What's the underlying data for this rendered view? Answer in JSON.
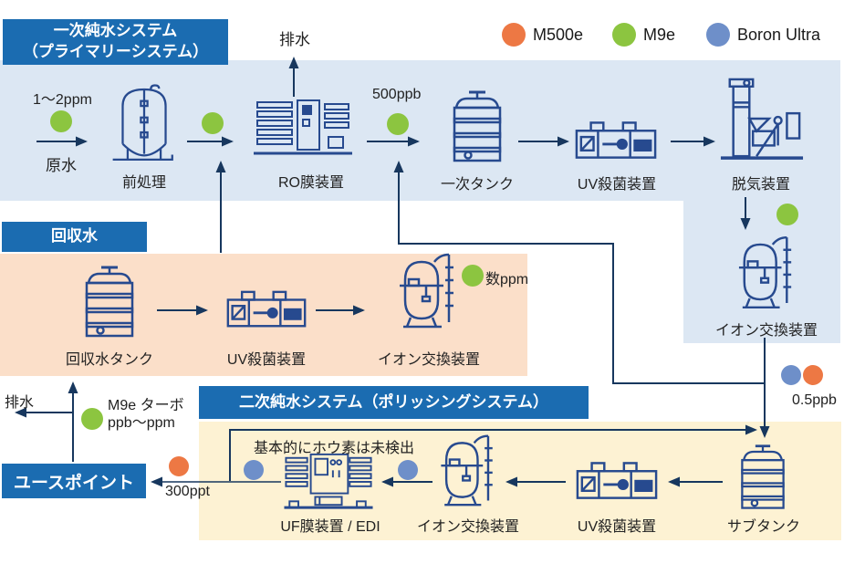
{
  "colors": {
    "m500e": "#ED7844",
    "m9e": "#8CC540",
    "boron": "#6E8FC9",
    "line": "#17375E",
    "icon": "#274A8F",
    "header_bg": "#1B6CB1",
    "primary_bg": "#DCE7F3",
    "recovery_bg": "#FBDFC9",
    "secondary_bg": "#FDF2D3"
  },
  "legend": {
    "items": [
      {
        "id": "m500e",
        "label": "M500e"
      },
      {
        "id": "m9e",
        "label": "M9e"
      },
      {
        "id": "boron",
        "label": "Boron Ultra"
      }
    ]
  },
  "primary": {
    "header_line1": "一次純水システム",
    "header_line2": "（プライマリーシステム）",
    "drain_label": "排水",
    "raw_water_value": "1〜2ppm",
    "raw_water_label": "原水",
    "permeate_value": "500ppb",
    "equipment": {
      "pretreatment": "前処理",
      "ro": "RO膜装置",
      "primary_tank": "一次タンク",
      "uv": "UV殺菌装置",
      "degasifier": "脱気装置",
      "ion_exchange": "イオン交換装置"
    }
  },
  "recovery": {
    "header": "回収水",
    "quality_value": "数ppm",
    "equipment": {
      "tank": "回収水タンク",
      "uv": "UV殺菌装置",
      "ion_exchange": "イオン交換装置"
    }
  },
  "secondary": {
    "header": "二次純水システム（ポリッシングシステム）",
    "boron_note": "基本的にホウ素は未検出",
    "subtank_in_value": "0.5ppb",
    "use_point": "ユースポイント",
    "use_point_value": "300ppt",
    "meter_note_line1": "M9e ターボ",
    "meter_note_line2": "ppb〜ppm",
    "drain_label": "排水",
    "equipment": {
      "subtank": "サブタンク",
      "uv": "UV殺菌装置",
      "ion_exchange": "イオン交換装置",
      "uf_edi": "UF膜装置 / EDI"
    }
  }
}
